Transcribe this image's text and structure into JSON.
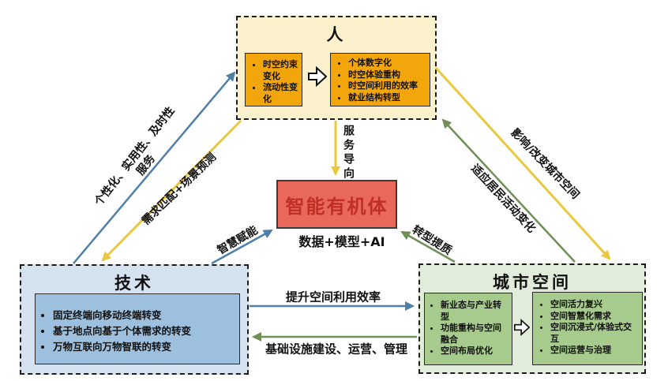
{
  "person": {
    "title": "人",
    "left_items": [
      "时空约束变化",
      "流动性变化"
    ],
    "right_items": [
      "个体数字化",
      "时空体验重构",
      "时空间利用的效率",
      "就业结构转型"
    ]
  },
  "core": {
    "title": "智能有机体",
    "formula": "数据+模型+AI"
  },
  "tech": {
    "title": "技术",
    "items": [
      "固定终端向移动终端转变",
      "基于地点向基于个体需求的转变",
      "万物互联向万物智联的转变"
    ]
  },
  "city": {
    "title": "城市空间",
    "left_items": [
      "新业态与产业转型",
      "功能重构与空间融合",
      "空间布局优化"
    ],
    "right_items": [
      "空间活力复兴",
      "空间智慧化需求",
      "空间沉浸式/体验式交互",
      "空间运营与治理"
    ]
  },
  "edges": {
    "tech_to_person_line1": "个性化、实用性、及时性",
    "tech_to_person_line2": "服务",
    "person_to_tech": "需求匹配+场景预测",
    "tech_to_core": "智慧赋能",
    "person_to_core": "服务导向",
    "person_to_city": "影响/改变城市空间",
    "city_to_person": "适应居民活动变化",
    "city_to_core": "转型提质",
    "tech_to_city": "提升空间利用效率",
    "city_to_tech": "基础设施建设、运营、管理"
  },
  "icons": [
    "block-arrow-right-icon",
    "block-arrow-right-icon"
  ],
  "colors": {
    "person_fill": "#FBF1CD",
    "person_inner_fill": "#F3A60B",
    "core_fill": "#E8695C",
    "core_text": "#BF2F25",
    "tech_fill": "#D5E3F1",
    "tech_inner_fill": "#9DC0DF",
    "city_fill": "#E1ECDA",
    "city_inner_fill": "#A7CB8C",
    "arrow_blue": "#4E7FA9",
    "arrow_yellow": "#E9C83F",
    "arrow_green": "#6E9058"
  }
}
